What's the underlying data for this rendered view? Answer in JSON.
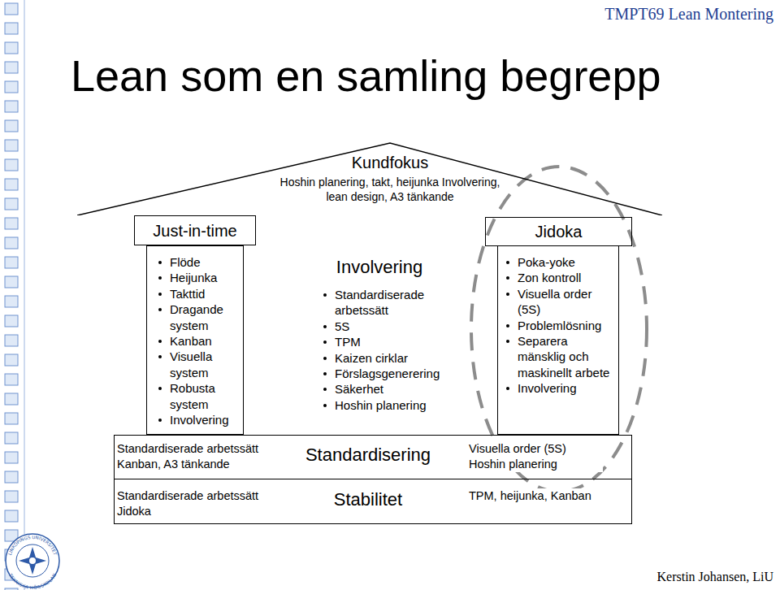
{
  "diagram": {
    "title": "Lean som en samling begrepp",
    "nodes": [
      {
        "text": [
          "Kundfokus",
          "Hoshin planering, takt, heijunka Involvering, lean design, A3 tänkande"
        ]
      },
      {
        "text": [
          "Just-in-time"
        ]
      },
      {
        "text": [
          "Flöde",
          "Heijunka",
          "Takttid",
          "Dragande system",
          "Kanban",
          "Visuella system",
          "Robusta system",
          "Involvering"
        ]
      },
      {
        "text": [
          "Jidoka"
        ]
      },
      {
        "text": [
          "Poka-yoke",
          "Zon kontroll",
          "Visuella order (5S)",
          "Problemlösning",
          "Separera mänsklig och maskinellt arbete",
          "Involvering"
        ]
      },
      {
        "text": [
          "Standardiserade arbetssätt Kanban, A3 tänkande",
          "Standardisering",
          "Visuella order (5S) Hoshin planering"
        ]
      },
      {
        "text": [
          "Standardiserade arbetssätt Jidoka",
          "Stabilitet",
          "TPM, heijunka, Kanban"
        ]
      }
    ],
    "labels": [
      "TMPT69 Lean Montering",
      "Involvering",
      "Standardiserade arbetssätt",
      "5S",
      "TPM",
      "Kaizen cirklar",
      "Förslagsgenerering",
      "Säkerhet",
      "Hoshin planering",
      "Kerstin Johansen, LiU",
      "LINKÖPINGS UNIVERSITET",
      "TEKNISKA HÖGSKOLAN"
    ]
  }
}
